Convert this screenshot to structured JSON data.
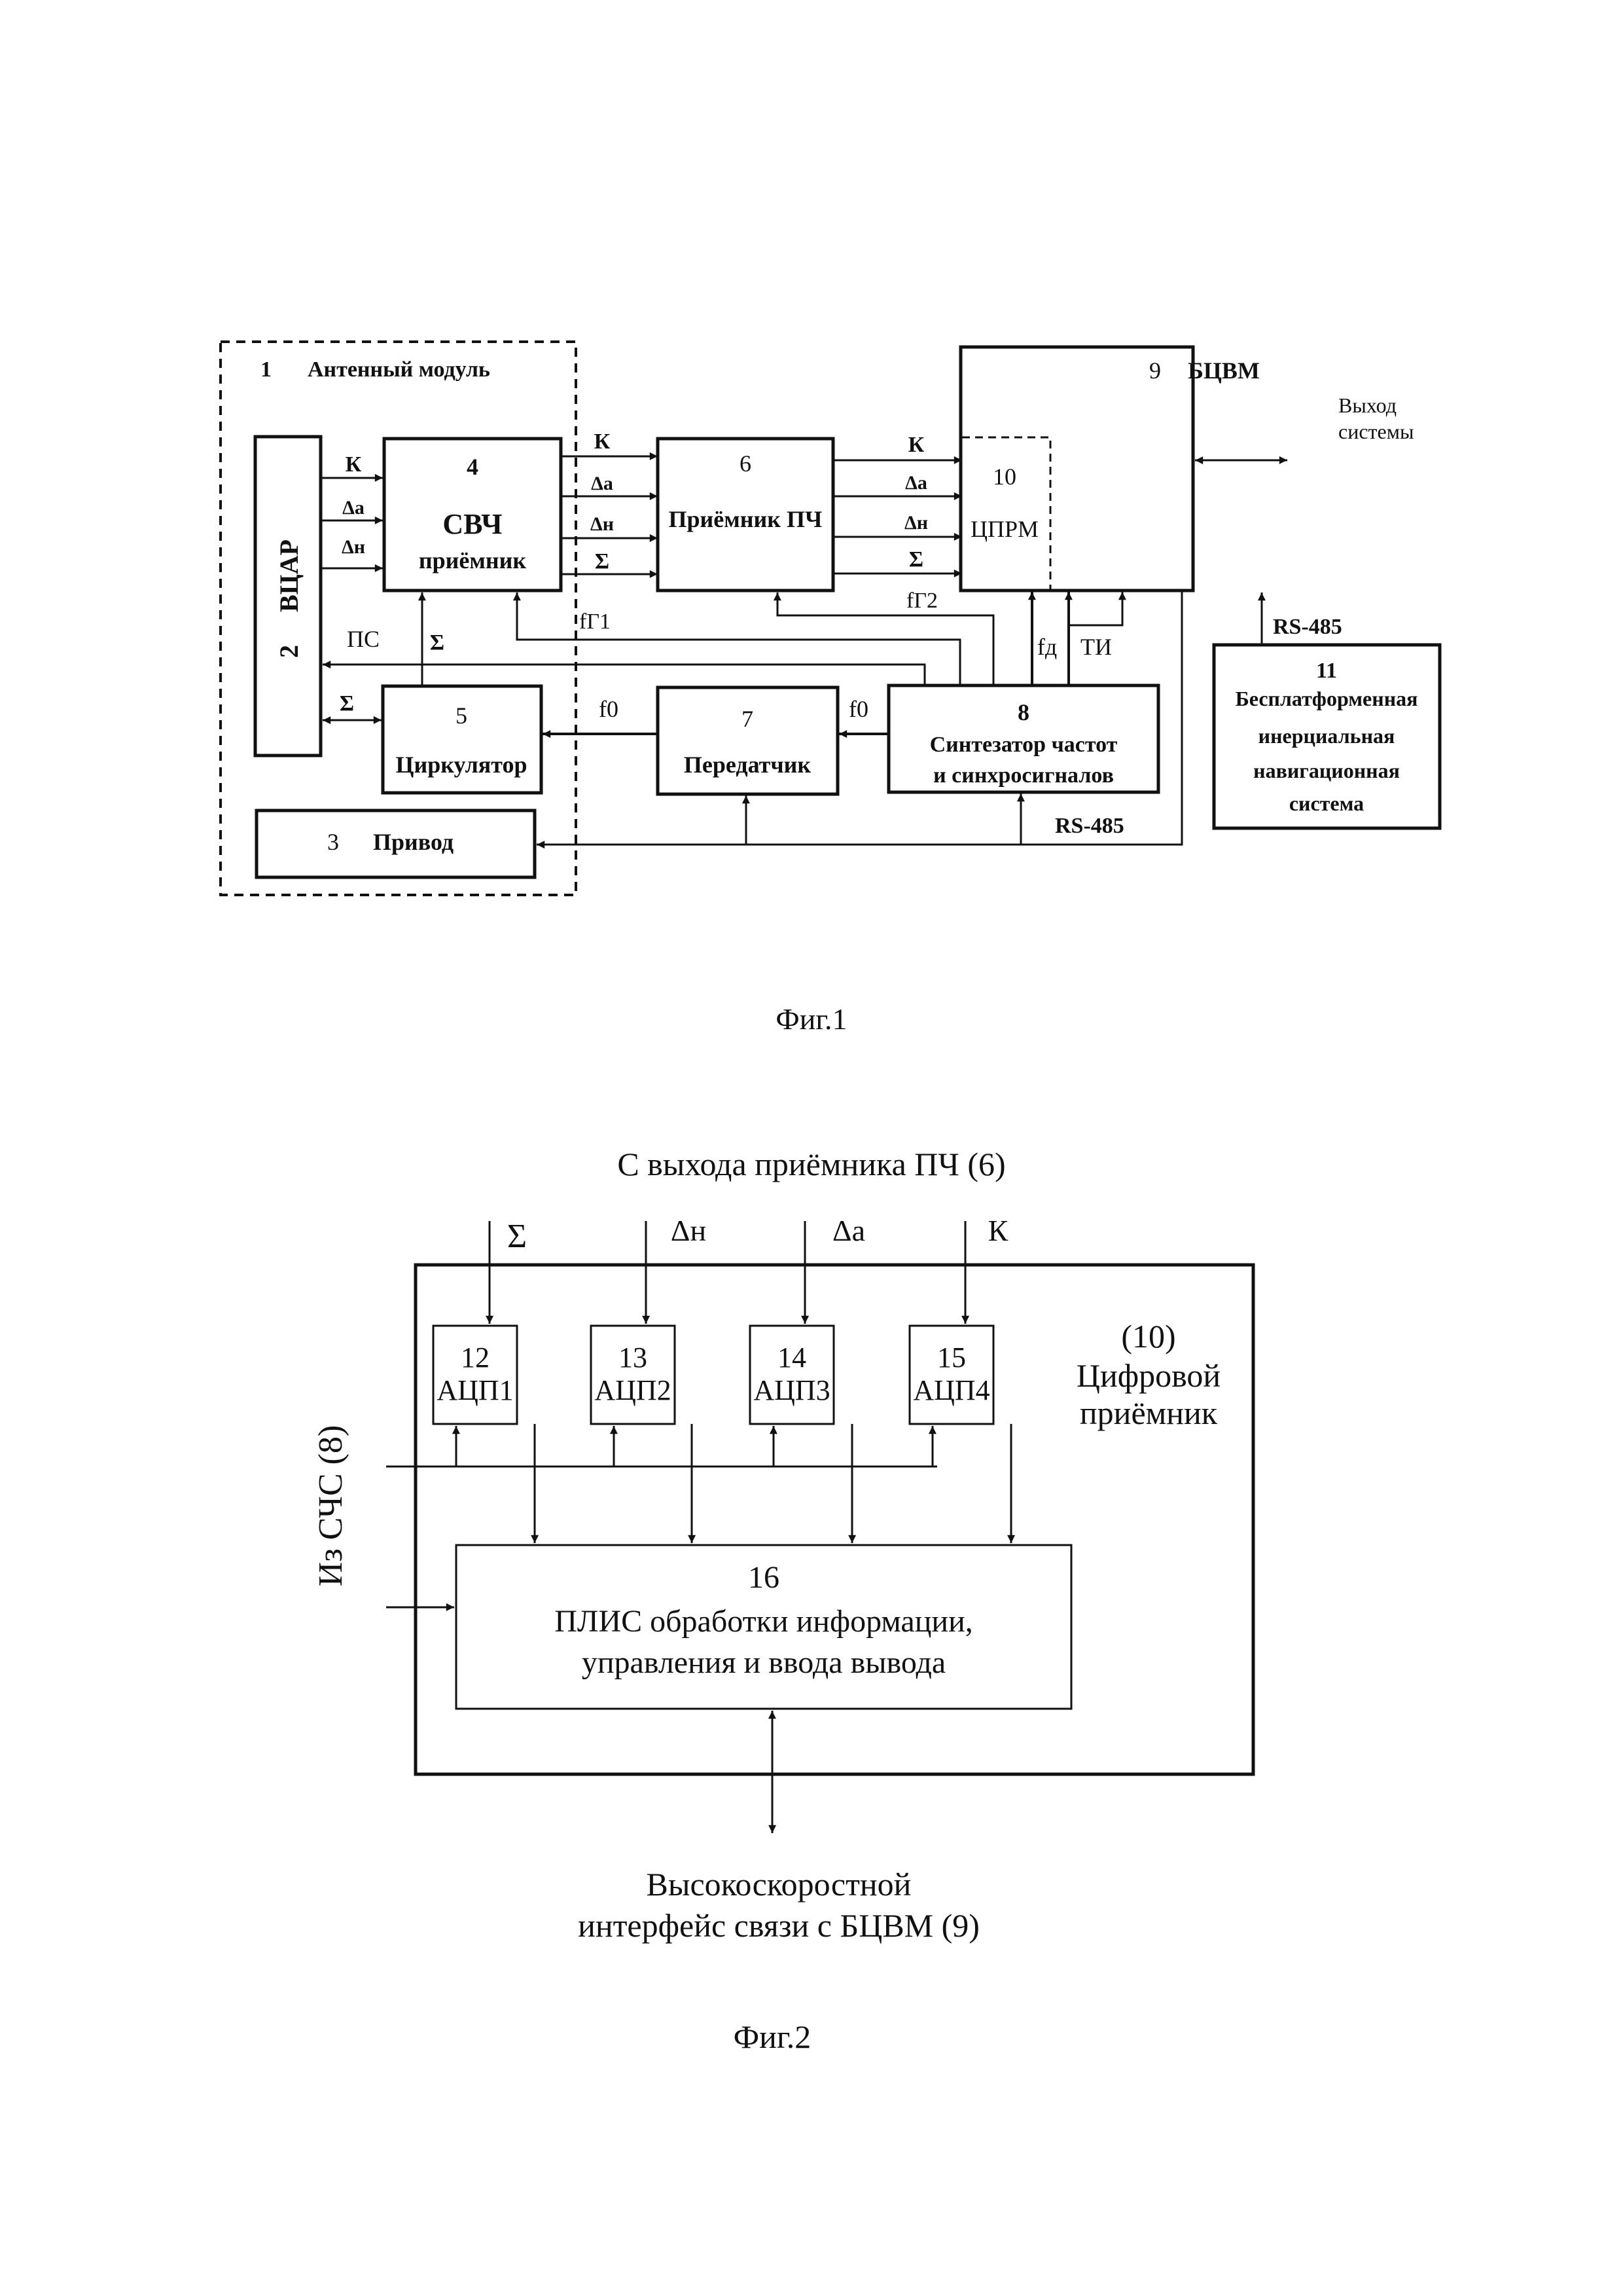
{
  "fig1": {
    "caption": "Фиг.1",
    "antenna_module": {
      "num": "1",
      "label": "Антенный модуль"
    },
    "vcar": {
      "num": "2",
      "label": "ВЦАР"
    },
    "drive": {
      "num": "3",
      "label": "Привод"
    },
    "svch": {
      "num": "4",
      "line1": "СВЧ",
      "line2": "приёмник"
    },
    "circulator": {
      "num": "5",
      "label": "Циркулятор"
    },
    "if_receiver": {
      "num": "6",
      "label": "Приёмник ПЧ"
    },
    "transmitter": {
      "num": "7",
      "label": "Передатчик"
    },
    "synth": {
      "num": "8",
      "line1": "Синтезатор частот",
      "line2": "и синхросигналов"
    },
    "bcvm": {
      "num": "9",
      "label": "БЦВМ"
    },
    "cprm": {
      "num": "10",
      "label": "ЦПРМ"
    },
    "ins": {
      "num": "11",
      "lines": [
        "Бесплатформенная",
        "инерциальная",
        "навигационная",
        "система"
      ]
    },
    "system_output": {
      "line1": "Выход",
      "line2": "системы"
    },
    "signals": {
      "k": "К",
      "da": "Δа",
      "dn": "Δн",
      "sum": "Σ",
      "ps": "ПС",
      "fg1": "fГ1",
      "fg2": "fГ2",
      "f0": "f0",
      "fd": "fд",
      "ti": "ТИ",
      "rs485": "RS-485"
    }
  },
  "fig2": {
    "caption": "Фиг.2",
    "input_title": "С выхода приёмника ПЧ (6)",
    "inputs": [
      "Σ",
      "Δн",
      "Δа",
      "К"
    ],
    "adcs": [
      {
        "num": "12",
        "label": "АЦП1"
      },
      {
        "num": "13",
        "label": "АЦП2"
      },
      {
        "num": "14",
        "label": "АЦП3"
      },
      {
        "num": "15",
        "label": "АЦП4"
      }
    ],
    "receiver": {
      "num": "(10)",
      "line1": "Цифровой",
      "line2": "приёмник"
    },
    "side_input": "Из СЧС (8)",
    "fpga": {
      "num": "16",
      "line1": "ПЛИС обработки информации,",
      "line2": "управления и ввода вывода"
    },
    "output": {
      "line1": "Высокоскоростной",
      "line2": "интерфейс связи с БЦВМ (9)"
    }
  }
}
